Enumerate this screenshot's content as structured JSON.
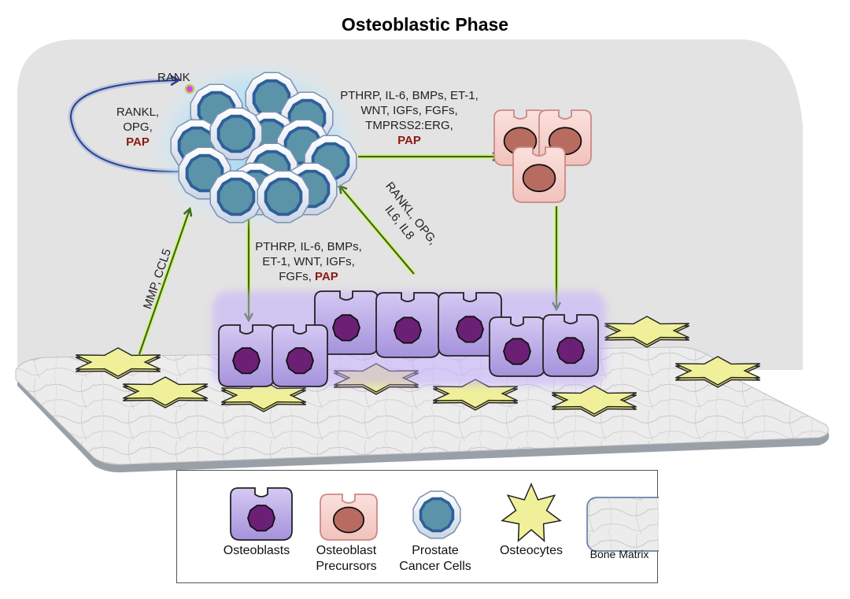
{
  "title": "Osteoblastic Phase",
  "labels": {
    "rank": "RANK",
    "loop": [
      "RANKL,",
      "OPG,",
      "PAP"
    ],
    "to_precursors": [
      "PTHRP, IL-6, BMPs, ET-1,",
      "WNT, IGFs, FGFs,",
      "TMPRSS2:ERG,",
      "PAP"
    ],
    "to_osteoblasts": [
      "PTHRP, IL-6, BMPs,",
      "ET-1, WNT, IGFs,",
      "FGFs, ",
      "PAP"
    ],
    "from_osteoblasts": [
      "RANKL, OPG,",
      "IL6, IL8"
    ],
    "from_osteocytes": "MMP, CCL5"
  },
  "highlight_color": "#8b1a12",
  "colors": {
    "background_panel": "#e3e3e3",
    "cancer_cell_fill": "#5b93a8",
    "cancer_cell_ring": "#2f5f9a",
    "osteoblast_fill": "#b9a8e6",
    "osteoblast_nucleus": "#6b2076",
    "precursor_fill": "#f6cfcb",
    "precursor_nucleus": "#b86c60",
    "osteocyte_fill": "#f0f09a",
    "arrow_green": "#3a6b10",
    "arrow_blue": "#3d4f9a"
  },
  "legend": {
    "items": [
      {
        "label": "Osteoblasts"
      },
      {
        "label": "Osteoblast\nPrecursors",
        "line1": "Osteoblast",
        "line2": "Precursors"
      },
      {
        "label": "Prostate\nCancer Cells",
        "line1": "Prostate",
        "line2": "Cancer Cells"
      },
      {
        "label": "Osteocytes"
      },
      {
        "label": "Bone Matrix"
      }
    ]
  }
}
